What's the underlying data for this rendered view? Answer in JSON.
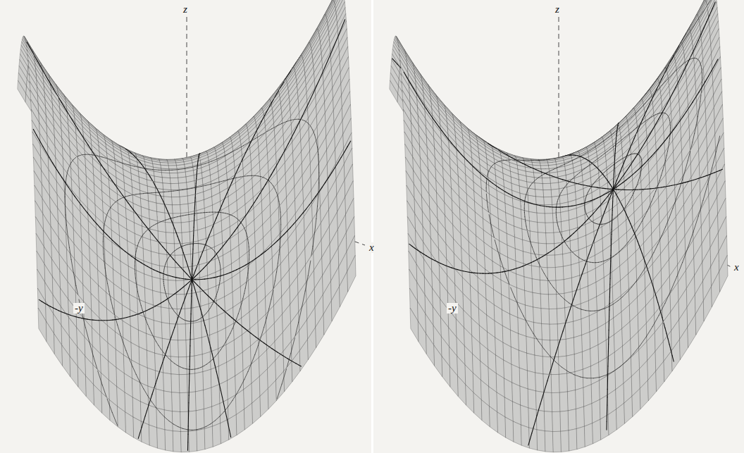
{
  "diagram": {
    "labels": [
      "z",
      "x",
      "-y",
      "z",
      "x",
      "-y"
    ]
  }
}
